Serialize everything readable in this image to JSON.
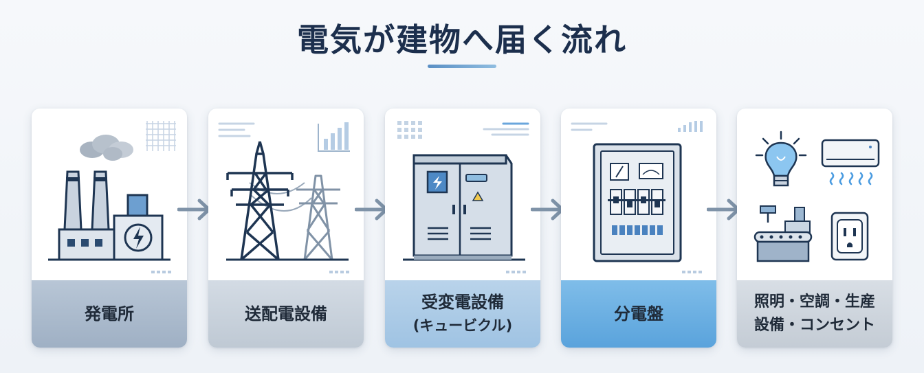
{
  "title": "電気が建物へ届く流れ",
  "steps": [
    {
      "label": "発電所"
    },
    {
      "label": "送配電設備"
    },
    {
      "label_line1": "受変電設備",
      "label_line2": "(キュービクル)"
    },
    {
      "label": "分電盤"
    },
    {
      "label_line1": "照明・空調・生産",
      "label_line2": "設備・コンセント"
    }
  ],
  "icons": [
    "factory-icon",
    "transmission-tower-icon",
    "cubicle-icon",
    "distribution-panel-icon",
    "lightbulb-icon",
    "air-conditioner-icon",
    "machine-icon",
    "outlet-icon",
    "arrow-right-icon"
  ],
  "colors": {
    "title": "#1c2f4d",
    "line": "#1e3552",
    "accent": "#4a82bf",
    "arrow": "#7f93a8"
  }
}
